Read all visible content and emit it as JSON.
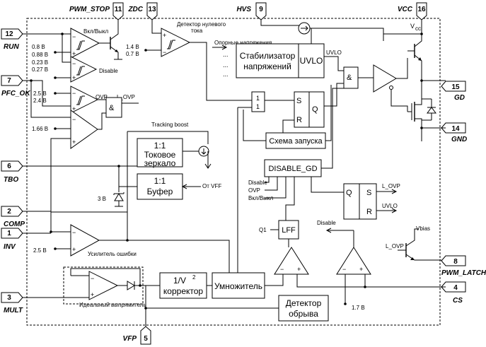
{
  "pins": {
    "run": {
      "num": "12",
      "label": "RUN"
    },
    "pfc_ok": {
      "num": "7",
      "label": "PFC_OK"
    },
    "tbo": {
      "num": "6",
      "label": "TBO"
    },
    "comp": {
      "num": "2",
      "label": "COMP"
    },
    "inv": {
      "num": "1",
      "label": "INV"
    },
    "mult": {
      "num": "3",
      "label": "MULT"
    },
    "vfp": {
      "num": "5",
      "label": "VFP"
    },
    "pwm_stop": {
      "num": "11",
      "label": "PWM_STOP"
    },
    "zdc": {
      "num": "13",
      "label": "ZDC"
    },
    "hvs": {
      "num": "9",
      "label": "HVS"
    },
    "vcc": {
      "num": "16",
      "label": "VCC"
    },
    "gd": {
      "num": "15",
      "label": "GD"
    },
    "gnd": {
      "num": "14",
      "label": "GND"
    },
    "pwm_latch": {
      "num": "8",
      "label": "PWM_LATCH"
    },
    "cs": {
      "num": "4",
      "label": "CS"
    }
  },
  "labels": {
    "vkl_vykl": "Вкл/Выкл",
    "v_080": "0.8 В",
    "v_088": "0.88 В",
    "v_023": "0.23 В",
    "v_027": "0.27 В",
    "disable": "Disable",
    "ovp": "OVP",
    "l_ovp": "L_OVP",
    "v_25": "2.5 В",
    "v_24": "2.4 В",
    "v_166": "1.66 В",
    "zero_detector_1": "Детектор нулевого",
    "zero_detector_2": "тока",
    "v_14": "1.4 В",
    "v_07": "0.7 В",
    "ref_voltages": "Опорные напряжения",
    "dots": "...",
    "uvlo_out": "UVLO",
    "vcc_sub": "V",
    "vcc_sub2": "cc",
    "tracking_boost": "Tracking boost",
    "ratio1": "1:1",
    "ratio2": "1:1",
    "from_vff": "От VFF",
    "v_3": "3 В",
    "q1": "Q1",
    "disable2": "Disable",
    "vbias": "Vbias",
    "l_ovp2": "L_OVP",
    "l_ovp3": "L_OVP",
    "uvlo2": "UVLO",
    "v_25b": "2.5 В",
    "err_amp": "Усилитель ошибки",
    "ideal_rect": "Идеальный выпрямитель",
    "v_17": "1.7 В",
    "dg_disable": "Disable",
    "dg_ovp": "OVP",
    "dg_onoff": "Вкл/Выкл",
    "one_a": "1",
    "one_b": "1",
    "s_a": "S",
    "r_a": "R",
    "q_a": "Q",
    "s_b": "S",
    "r_b": "R",
    "q_b": "Q",
    "and1": "&",
    "and2": "&",
    "plus": "+",
    "minus": "−"
  },
  "blocks": {
    "stabilizer_1": "Стабилизатор",
    "stabilizer_2": "напряжений",
    "uvlo": "UVLO",
    "current_mirror_1": "Токовое",
    "current_mirror_2": "зеркало",
    "buffer": "Буфер",
    "startup": "Схема запуска",
    "disable_gd": "DISABLE_GD",
    "lff": "LFF",
    "corrector_1": "1/V",
    "corrector_sup": "2",
    "corrector_2": "корректор",
    "multiplier": "Умножитель",
    "break_detector_1": "Детектор",
    "break_detector_2": "обрыва"
  }
}
